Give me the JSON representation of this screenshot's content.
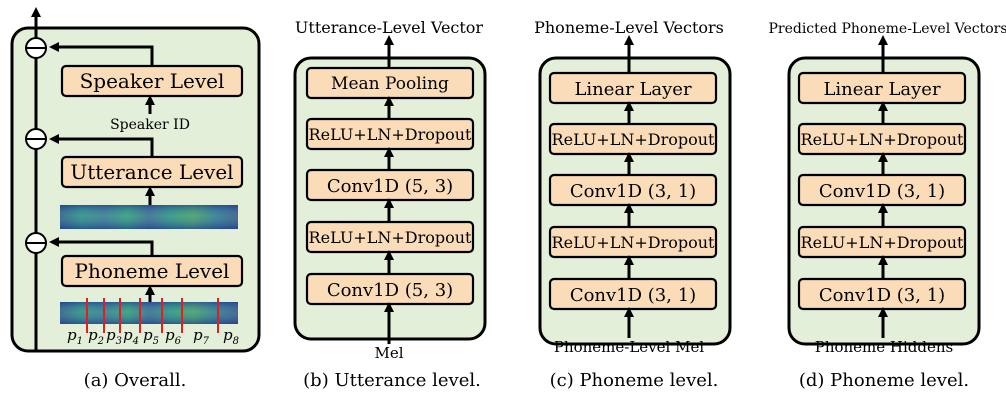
{
  "panel_a": {
    "speaker_level": "Speaker Level",
    "speaker_id": "Speaker ID",
    "utterance_level": "Utterance Level",
    "phoneme_level": "Phoneme Level",
    "phonemes": [
      "p",
      "p",
      "p",
      "p",
      "p",
      "p",
      "p",
      "p"
    ],
    "phoneme_subscripts": [
      "1",
      "2",
      "3",
      "4",
      "5",
      "6",
      "7",
      "8"
    ],
    "caption": "(a) Overall."
  },
  "panel_b": {
    "output": "Utterance-Level Vector",
    "layers": [
      "Mean Pooling",
      "ReLU+LN+Dropout",
      "Conv1D (5, 3)",
      "ReLU+LN+Dropout",
      "Conv1D (5, 3)"
    ],
    "input": "Mel",
    "caption": "(b) Utterance level."
  },
  "panel_c": {
    "output": "Phoneme-Level Vectors",
    "layers": [
      "Linear Layer",
      "ReLU+LN+Dropout",
      "Conv1D (3, 1)",
      "ReLU+LN+Dropout",
      "Conv1D (3, 1)"
    ],
    "input": "Phoneme-Level Mel",
    "caption": "(c) Phoneme level."
  },
  "panel_d": {
    "output": "Predicted Phoneme-Level Vectors",
    "layers": [
      "Linear Layer",
      "ReLU+LN+Dropout",
      "Conv1D (3, 1)",
      "ReLU+LN+Dropout",
      "Conv1D (3, 1)"
    ],
    "input": "Phoneme Hiddens",
    "caption": "(d) Phoneme level."
  },
  "colors": {
    "panel": "#e3efd9",
    "box": "#fbdcb8",
    "divider": "#e02020"
  }
}
